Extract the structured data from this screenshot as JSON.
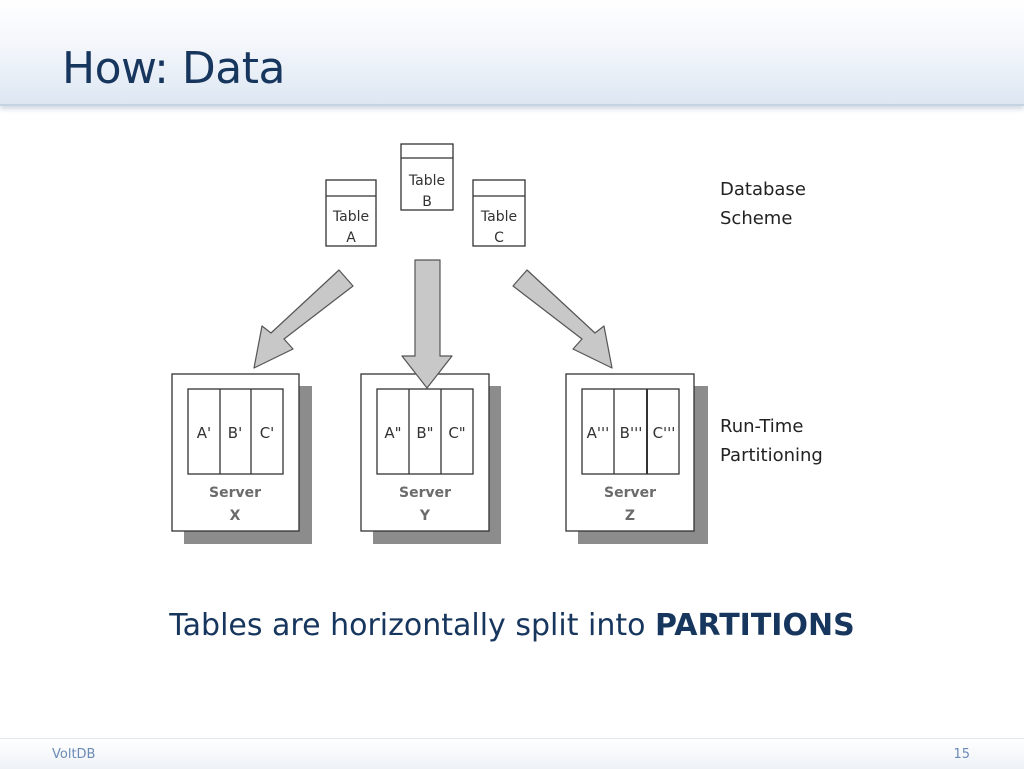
{
  "slide": {
    "title": "How: Data",
    "caption_prefix": "Tables are horizontally split into ",
    "caption_emphasis": "PARTITIONS"
  },
  "diagram": {
    "database_scheme_label": [
      "Database",
      "Scheme"
    ],
    "runtime_label": [
      "Run-Time",
      "Partitioning"
    ],
    "tables": [
      {
        "word": "Table",
        "letter": "A"
      },
      {
        "word": "Table",
        "letter": "B"
      },
      {
        "word": "Table",
        "letter": "C"
      }
    ],
    "servers": [
      {
        "word": "Server",
        "name": "X",
        "partitions": [
          "A'",
          "B'",
          "C'"
        ]
      },
      {
        "word": "Server",
        "name": "Y",
        "partitions": [
          "A\"",
          "B\"",
          "C\""
        ]
      },
      {
        "word": "Server",
        "name": "Z",
        "partitions": [
          "A'''",
          "B'''",
          "C'''"
        ]
      }
    ]
  },
  "footer": {
    "left": "VoltDB",
    "page_number": "15"
  },
  "colors": {
    "title": "#17365d",
    "footer_text": "#6b8bb6",
    "arrow_fill": "#c8c8c8",
    "shadow": "#8c8c8c"
  }
}
